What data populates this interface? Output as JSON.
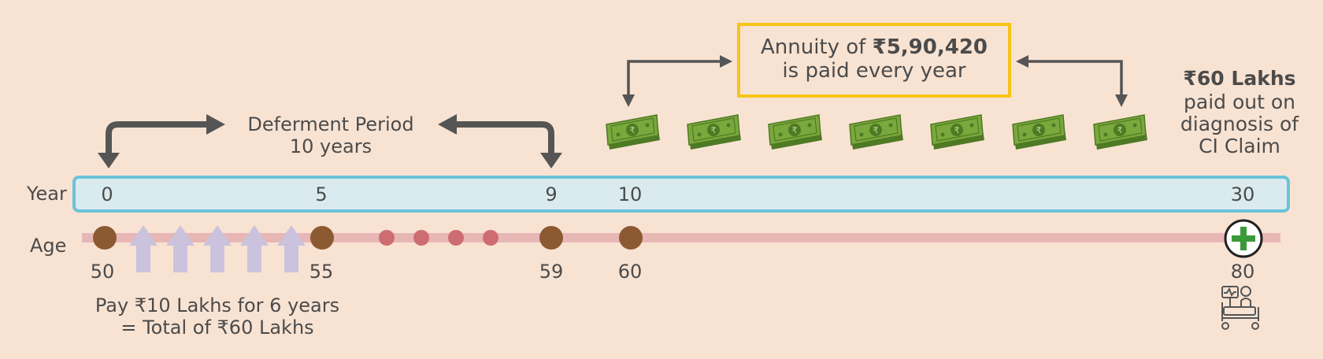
{
  "deferment": {
    "line1": "Deferment Period",
    "line2": "10 years"
  },
  "annuity": {
    "prefix": "Annuity of ",
    "amount": "₹5,90,420",
    "line2": "is paid every year"
  },
  "ci_payout": {
    "amount": "₹60 Lakhs",
    "line2": "paid out on",
    "line3": "diagnosis of",
    "line4": "CI Claim"
  },
  "row_labels": {
    "year": "Year",
    "age": "Age"
  },
  "years": [
    "0",
    "5",
    "9",
    "10",
    "30"
  ],
  "ages": [
    "50",
    "55",
    "59",
    "60",
    "80"
  ],
  "payment_note": {
    "line1": "Pay ₹10 Lakhs for 6 years",
    "line2": "= Total of ₹60 Lakhs"
  },
  "colors": {
    "background": "#f8e3d3",
    "year_bar_fill": "#d9ebef",
    "year_bar_border": "#6cc3d8",
    "age_bar": "#e7b7b5",
    "milestone_dot": "#8b5a33",
    "ellipsis_dot": "#cd6d72",
    "annuity_border": "#f5c518",
    "arrow": "#555555",
    "premium_arrow": "#cbc3dd",
    "cash": "#6a9a35",
    "plus": "#3a9a3a"
  },
  "icons": [
    "rupee-note-icon",
    "premium-up-arrow-icon",
    "medical-plus-icon",
    "hospital-bed-icon"
  ]
}
